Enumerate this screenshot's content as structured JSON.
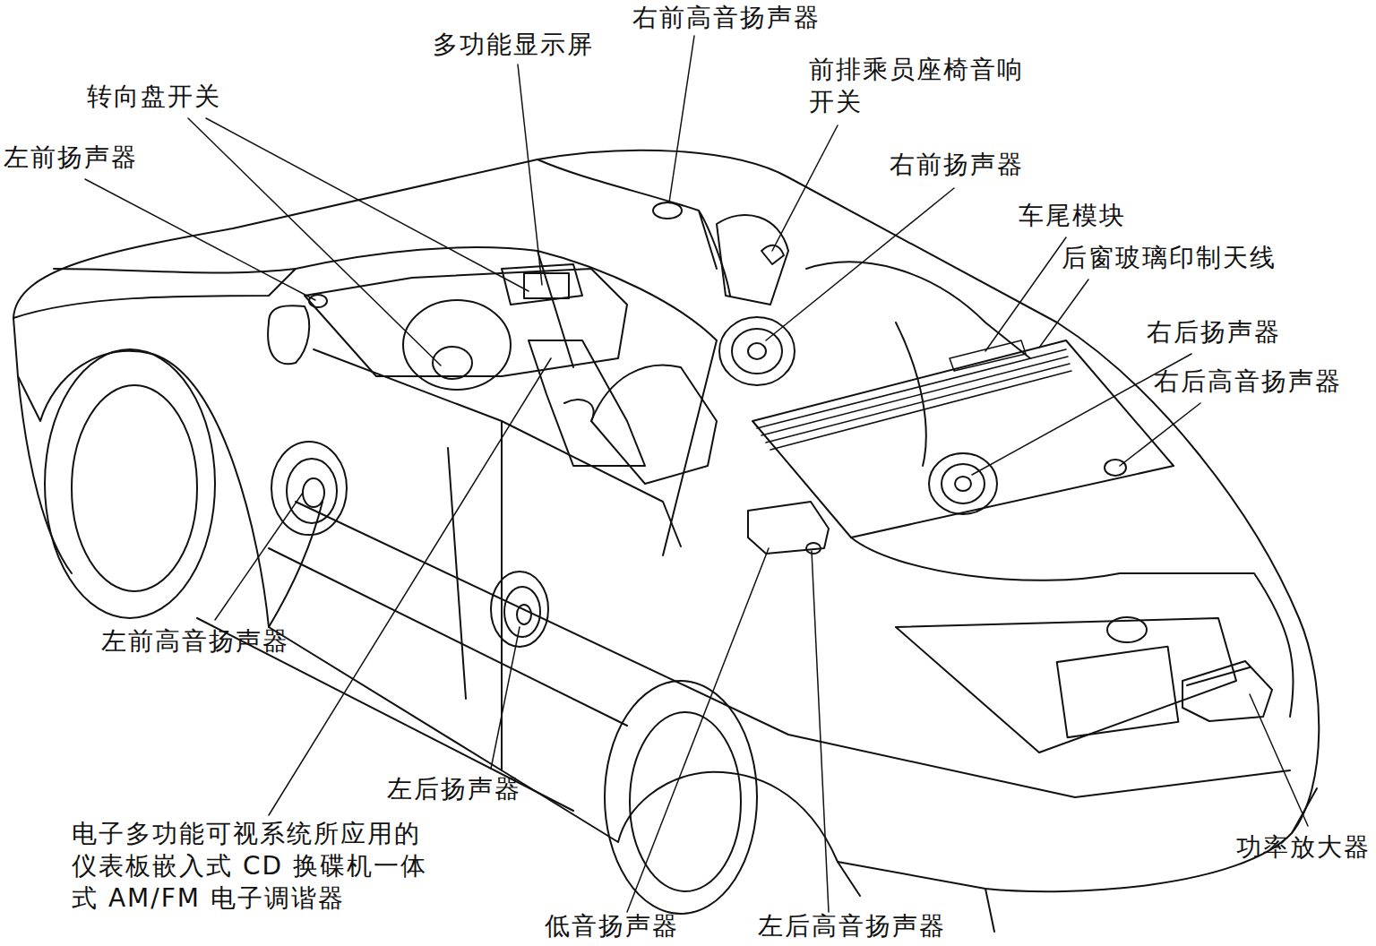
{
  "diagram": {
    "labels": [
      "右前高音扬声器",
      "多功能显示屏",
      "前排乘员座椅音响 开关",
      "转向盘开关",
      "左前扬声器",
      "右前扬声器",
      "车尾模块",
      "后窗玻璃印制天线",
      "右后扬声器",
      "右后高音扬声器",
      "左前高音扬声器",
      "左后扬声器",
      "电子多功能可视系统所应用的 仪表板嵌入式 CD 换碟机一体式 AM/FM 电子调谐器",
      "功率放大器",
      "低音扬声器",
      "左后高音扬声器"
    ]
  }
}
